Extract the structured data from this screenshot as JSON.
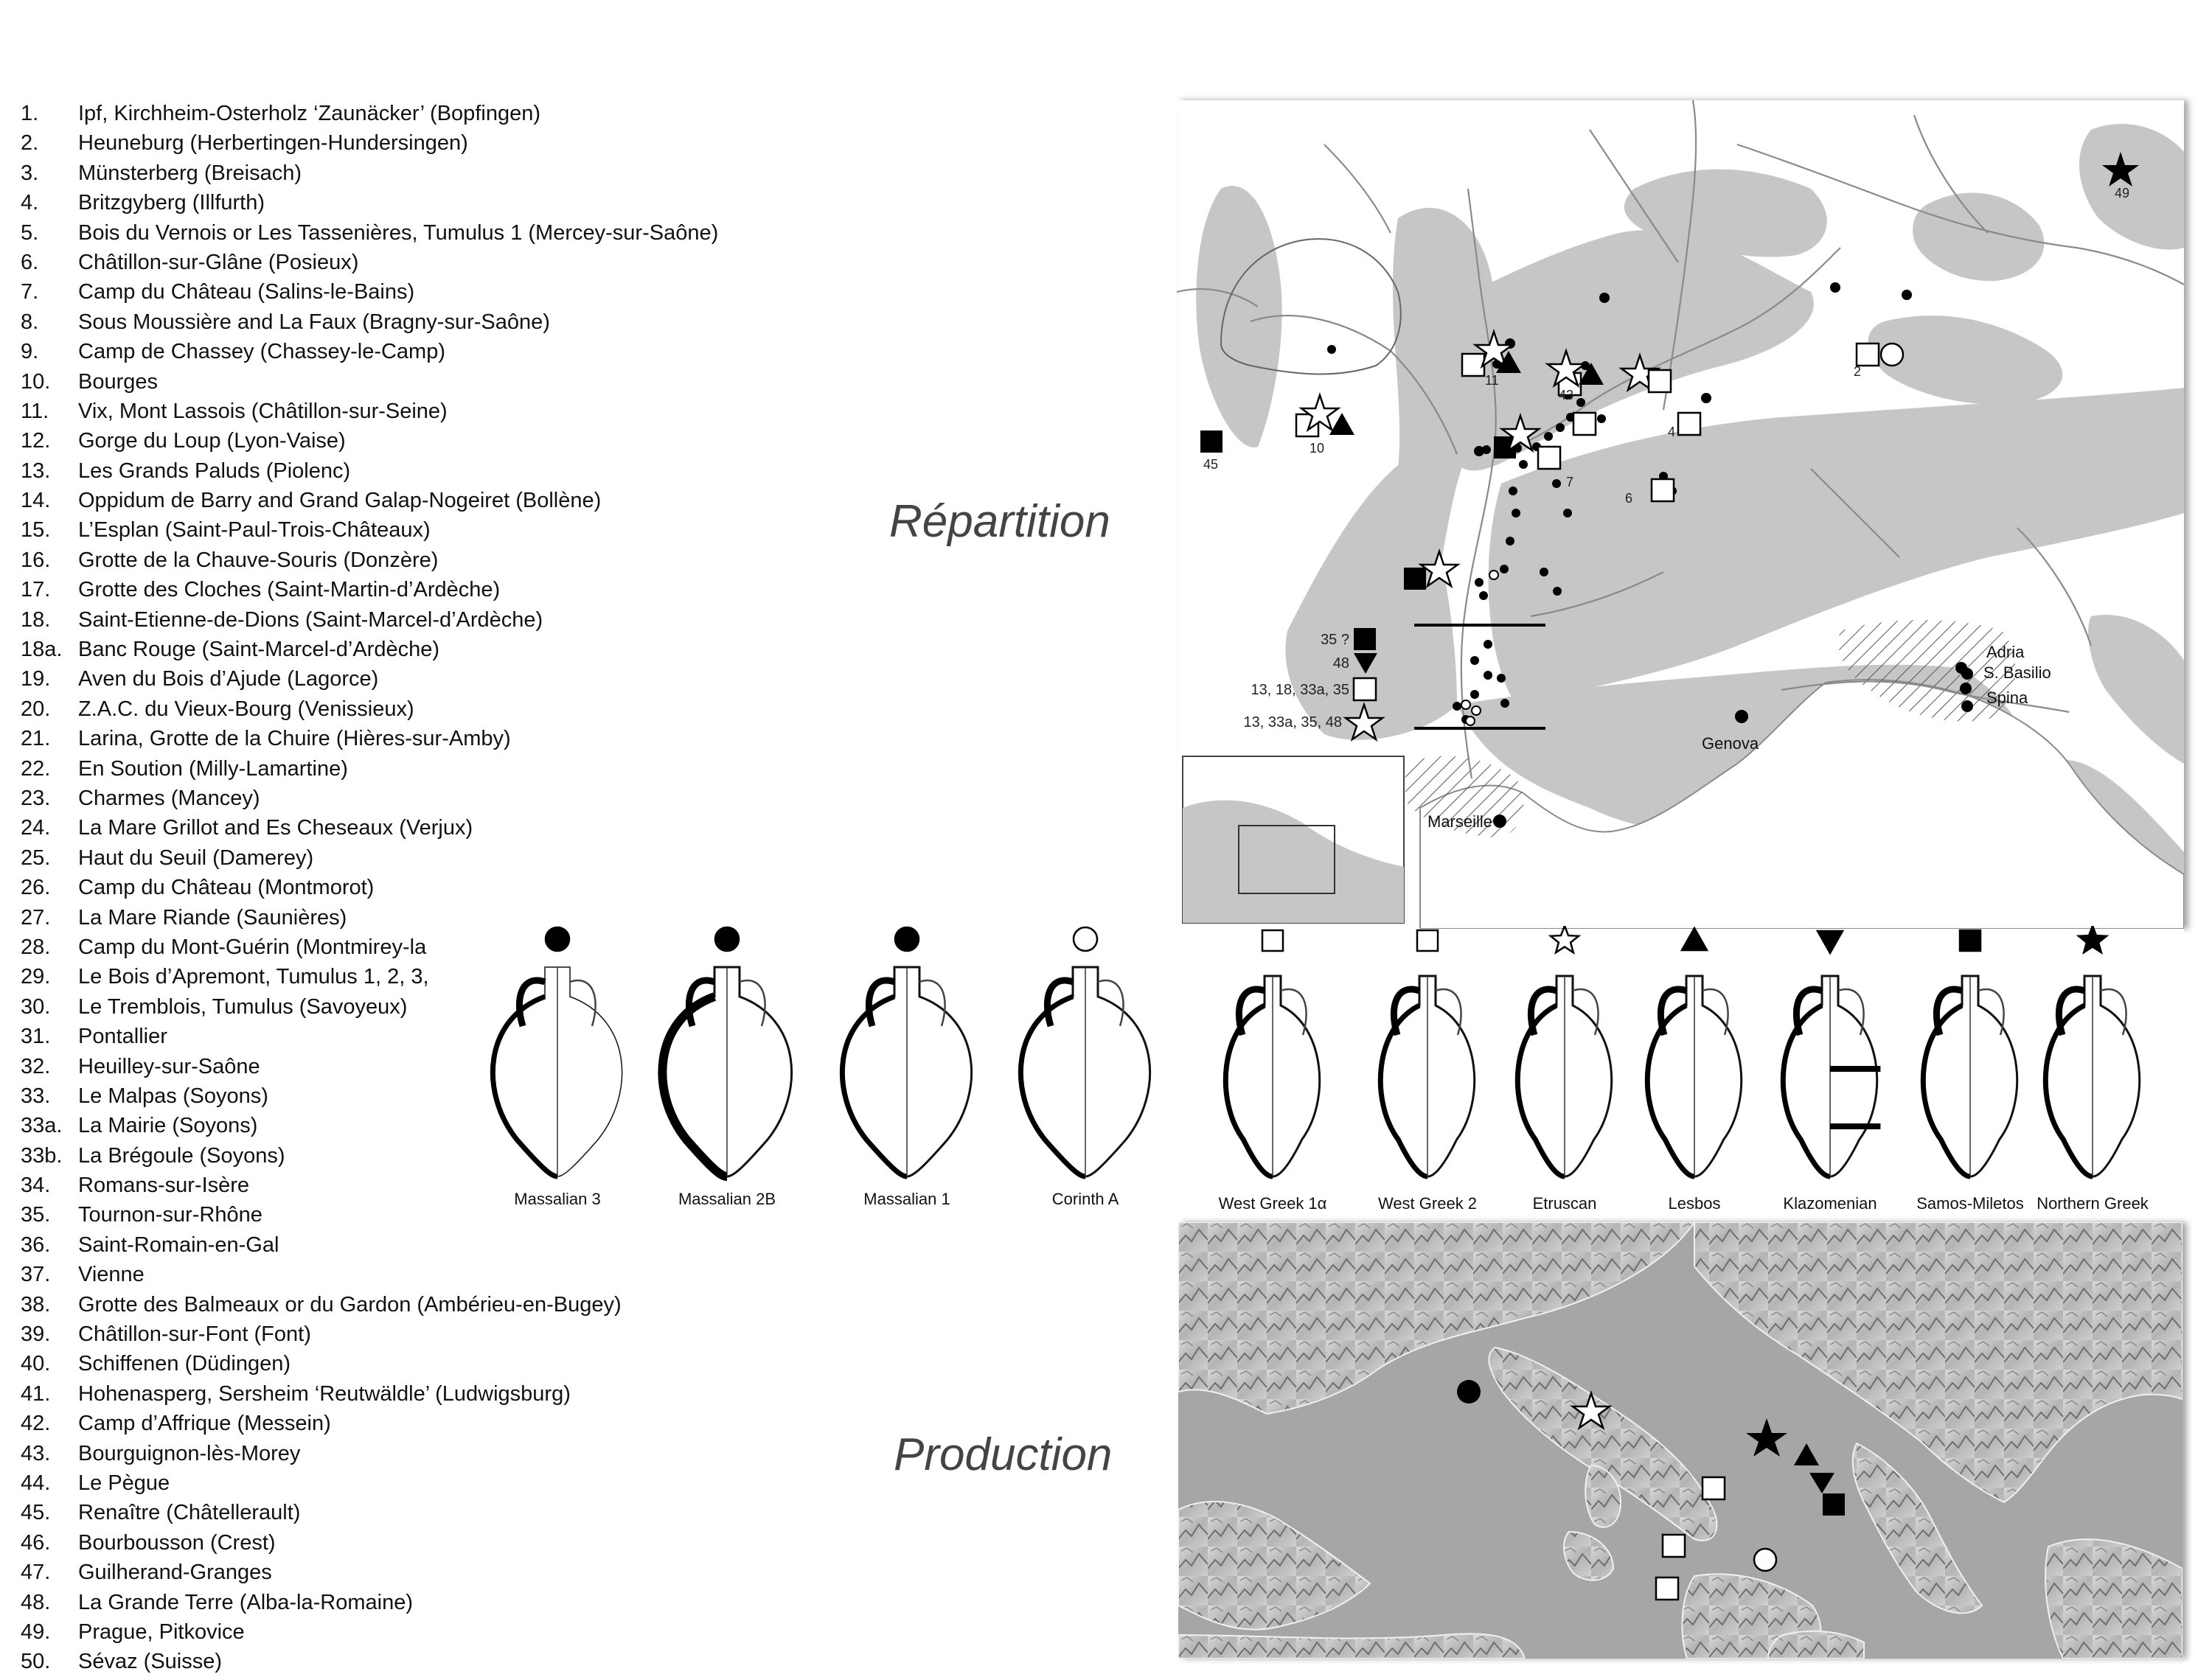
{
  "titles": {
    "distribution": "Répartition",
    "production": "Production"
  },
  "sites": [
    {
      "num": "1.",
      "name": "Ipf, Kirchheim-Osterholz ‘Zaunäcker’ (Bopfingen)"
    },
    {
      "num": "2.",
      "name": "Heuneburg (Herbertingen-Hundersingen)"
    },
    {
      "num": "3.",
      "name": "Münsterberg (Breisach)"
    },
    {
      "num": "4.",
      "name": "Britzgyberg (Illfurth)"
    },
    {
      "num": "5.",
      "name": "Bois du Vernois or Les Tassenières, Tumulus 1 (Mercey-sur-Saône)"
    },
    {
      "num": "6.",
      "name": "Châtillon-sur-Glâne (Posieux)"
    },
    {
      "num": "7.",
      "name": "Camp du Château (Salins-le-Bains)"
    },
    {
      "num": "8.",
      "name": "Sous Moussière and La Faux (Bragny-sur-Saône)"
    },
    {
      "num": "9.",
      "name": "Camp de Chassey (Chassey-le-Camp)"
    },
    {
      "num": "10.",
      "name": "Bourges"
    },
    {
      "num": "11.",
      "name": "Vix, Mont Lassois (Châtillon-sur-Seine)"
    },
    {
      "num": "12.",
      "name": "Gorge du Loup (Lyon-Vaise)"
    },
    {
      "num": "13.",
      "name": "Les Grands Paluds (Piolenc)"
    },
    {
      "num": "14.",
      "name": "Oppidum de Barry and Grand Galap-Nogeiret (Bollène)"
    },
    {
      "num": "15.",
      "name": "L’Esplan (Saint-Paul-Trois-Châteaux)"
    },
    {
      "num": "16.",
      "name": "Grotte de la Chauve-Souris (Donzère)"
    },
    {
      "num": "17.",
      "name": "Grotte des Cloches (Saint-Martin-d’Ardèche)"
    },
    {
      "num": "18.",
      "name": "Saint-Etienne-de-Dions (Saint-Marcel-d’Ardèche)"
    },
    {
      "num": "18a.",
      "name": "Banc Rouge (Saint-Marcel-d’Ardèche)"
    },
    {
      "num": "19.",
      "name": "Aven du Bois d’Ajude (Lagorce)"
    },
    {
      "num": "20.",
      "name": "Z.A.C. du Vieux-Bourg (Venissieux)"
    },
    {
      "num": "21.",
      "name": "Larina, Grotte de la Chuire (Hières-sur-Amby)"
    },
    {
      "num": "22.",
      "name": "En Soution (Milly-Lamartine)"
    },
    {
      "num": "23.",
      "name": "Charmes (Mancey)"
    },
    {
      "num": "24.",
      "name": "La Mare Grillot and Es Cheseaux (Verjux)"
    },
    {
      "num": "25.",
      "name": "Haut du Seuil (Damerey)"
    },
    {
      "num": "26.",
      "name": "Camp du Château (Montmorot)"
    },
    {
      "num": "27.",
      "name": "La Mare Riande (Saunières)"
    },
    {
      "num": "28.",
      "name": "Camp du Mont-Guérin (Montmirey-la"
    },
    {
      "num": "29.",
      "name": "Le Bois d’Apremont, Tumulus 1, 2, 3,"
    },
    {
      "num": "30.",
      "name": "Le Tremblois, Tumulus (Savoyeux)"
    },
    {
      "num": "31.",
      "name": "Pontallier"
    },
    {
      "num": "32.",
      "name": "Heuilley-sur-Saône"
    },
    {
      "num": "33.",
      "name": "Le Malpas (Soyons)"
    },
    {
      "num": "33a.",
      "name": "La Mairie (Soyons)"
    },
    {
      "num": "33b.",
      "name": "La Brégoule (Soyons)"
    },
    {
      "num": "34.",
      "name": "Romans-sur-Isère"
    },
    {
      "num": "35.",
      "name": "Tournon-sur-Rhône"
    },
    {
      "num": "36.",
      "name": "Saint-Romain-en-Gal"
    },
    {
      "num": "37.",
      "name": "Vienne"
    },
    {
      "num": "38.",
      "name": "Grotte des Balmeaux or du Gardon (Ambérieu-en-Bugey)"
    },
    {
      "num": "39.",
      "name": "Châtillon-sur-Font (Font)"
    },
    {
      "num": "40.",
      "name": "Schiffenen (Düdingen)"
    },
    {
      "num": "41.",
      "name": "Hohenasperg, Sersheim ‘Reutwäldle’ (Ludwigsburg)"
    },
    {
      "num": "42.",
      "name": "Camp d’Affrique (Messein)"
    },
    {
      "num": "43.",
      "name": "Bourguignon-lès-Morey"
    },
    {
      "num": "44.",
      "name": "Le Pègue"
    },
    {
      "num": "45.",
      "name": "Renaître (Châtellerault)"
    },
    {
      "num": "46.",
      "name": "Bourbousson (Crest)"
    },
    {
      "num": "47.",
      "name": "Guilherand-Granges"
    },
    {
      "num": "48.",
      "name": "La Grande Terre (Alba-la-Romaine)"
    },
    {
      "num": "49.",
      "name": "Prague, Pitkovice"
    },
    {
      "num": "50.",
      "name": "Sévaz (Suisse)"
    }
  ],
  "amphorae": [
    {
      "label": "Massalian 3",
      "symbol": "filled-circle"
    },
    {
      "label": "Massalian 2B",
      "symbol": "filled-circle"
    },
    {
      "label": "Massalian 1",
      "symbol": "filled-circle"
    },
    {
      "label": "Corinth A",
      "symbol": "open-circle"
    },
    {
      "label": "West Greek 1α",
      "symbol": "open-square"
    },
    {
      "label": "West Greek 2",
      "symbol": "open-square"
    },
    {
      "label": "Etruscan",
      "symbol": "open-star"
    },
    {
      "label": "Lesbos",
      "symbol": "filled-triangle-up"
    },
    {
      "label": "Klazomenian",
      "symbol": "filled-triangle-down"
    },
    {
      "label": "Samos-Miletos",
      "symbol": "filled-square"
    },
    {
      "label": "Northern Greek",
      "symbol": "filled-star"
    }
  ],
  "map_labels": {
    "adria": "Adria",
    "s_basilio": "S. Basilio",
    "spina": "Spina",
    "genova": "Genova",
    "marseille": "Marseille"
  },
  "site_numbers": [
    "49",
    "11",
    "43",
    "2",
    "4",
    "10",
    "45",
    "7",
    "6"
  ],
  "rhone_labels": [
    "35 ?",
    "48",
    "13, 18, 33a, 35",
    "13, 33a, 35, 48"
  ],
  "colors": {
    "land_grey": "#c8c8c8",
    "rivers": "#8a8a8a",
    "symbols": "#000000",
    "relief_dark": "#6e6e6e",
    "sea_prod": "#a6a6a6"
  }
}
